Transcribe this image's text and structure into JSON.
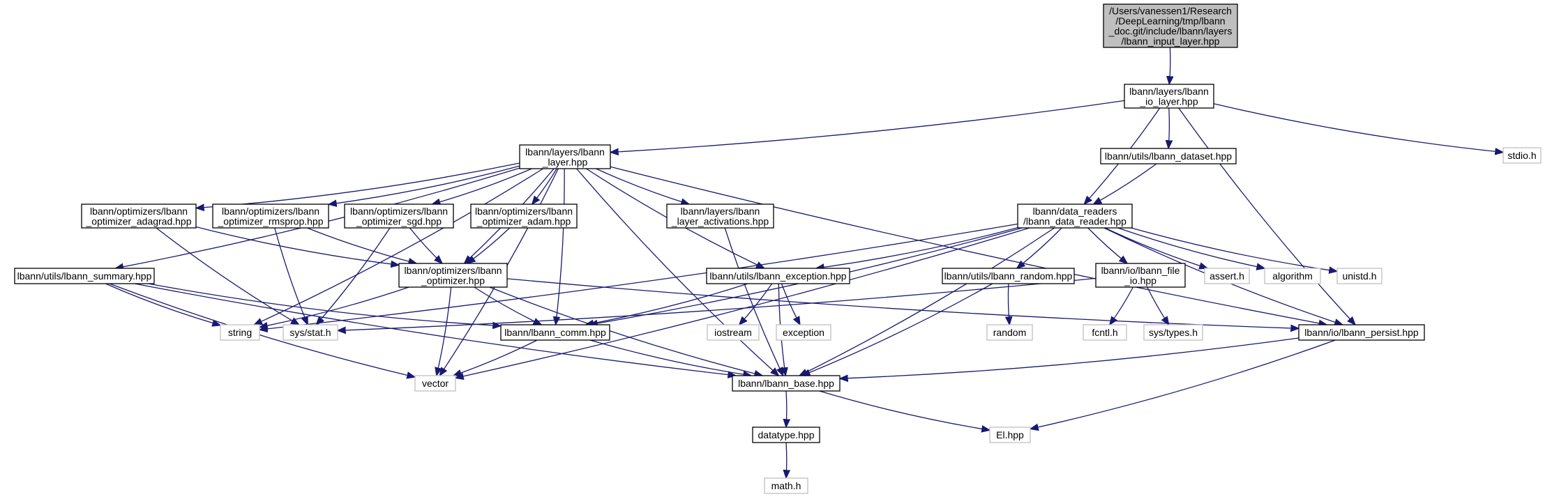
{
  "diagram": {
    "type": "include-dependency-graph",
    "nodes": [
      {
        "id": "root",
        "kind": "root",
        "lines": [
          "/Users/vanessen1/Research",
          "/DeepLearning/tmp/lbann",
          "_doc.git/include/lbann/layers",
          "/lbann_input_layer.hpp"
        ]
      },
      {
        "id": "io_layer",
        "kind": "file",
        "lines": [
          "lbann/layers/lbann",
          "_io_layer.hpp"
        ]
      },
      {
        "id": "stdio",
        "kind": "external",
        "lines": [
          "stdio.h"
        ]
      },
      {
        "id": "layer",
        "kind": "file",
        "lines": [
          "lbann/layers/lbann",
          "_layer.hpp"
        ]
      },
      {
        "id": "dataset",
        "kind": "file",
        "lines": [
          "lbann/utils/lbann_dataset.hpp"
        ]
      },
      {
        "id": "data_reader",
        "kind": "file",
        "lines": [
          "lbann/data_readers",
          "/lbann_data_reader.hpp"
        ]
      },
      {
        "id": "opt_adagrad",
        "kind": "file",
        "lines": [
          "lbann/optimizers/lbann",
          "_optimizer_adagrad.hpp"
        ]
      },
      {
        "id": "opt_rmsprop",
        "kind": "file",
        "lines": [
          "lbann/optimizers/lbann",
          "_optimizer_rmsprop.hpp"
        ]
      },
      {
        "id": "opt_sgd",
        "kind": "file",
        "lines": [
          "lbann/optimizers/lbann",
          "_optimizer_sgd.hpp"
        ]
      },
      {
        "id": "opt_adam",
        "kind": "file",
        "lines": [
          "lbann/optimizers/lbann",
          "_optimizer_adam.hpp"
        ]
      },
      {
        "id": "activations",
        "kind": "file",
        "lines": [
          "lbann/layers/lbann",
          "_layer_activations.hpp"
        ]
      },
      {
        "id": "summary",
        "kind": "file",
        "lines": [
          "lbann/utils/lbann_summary.hpp"
        ]
      },
      {
        "id": "optimizer",
        "kind": "file",
        "lines": [
          "lbann/optimizers/lbann",
          "_optimizer.hpp"
        ]
      },
      {
        "id": "exception",
        "kind": "file",
        "lines": [
          "lbann/utils/lbann_exception.hpp"
        ]
      },
      {
        "id": "random_hpp",
        "kind": "file",
        "lines": [
          "lbann/utils/lbann_random.hpp"
        ]
      },
      {
        "id": "file_io",
        "kind": "file",
        "lines": [
          "lbann/io/lbann_file",
          "_io.hpp"
        ]
      },
      {
        "id": "assert",
        "kind": "external",
        "lines": [
          "assert.h"
        ]
      },
      {
        "id": "algorithm",
        "kind": "external",
        "lines": [
          "algorithm"
        ]
      },
      {
        "id": "unistd",
        "kind": "external",
        "lines": [
          "unistd.h"
        ]
      },
      {
        "id": "string",
        "kind": "external",
        "lines": [
          "string"
        ]
      },
      {
        "id": "sysstat",
        "kind": "external",
        "lines": [
          "sys/stat.h"
        ]
      },
      {
        "id": "comm",
        "kind": "file",
        "lines": [
          "lbann/lbann_comm.hpp"
        ]
      },
      {
        "id": "iostream",
        "kind": "external",
        "lines": [
          "iostream"
        ]
      },
      {
        "id": "exception_std",
        "kind": "external",
        "lines": [
          "exception"
        ]
      },
      {
        "id": "random",
        "kind": "external",
        "lines": [
          "random"
        ]
      },
      {
        "id": "fcntl",
        "kind": "external",
        "lines": [
          "fcntl.h"
        ]
      },
      {
        "id": "systypes",
        "kind": "external",
        "lines": [
          "sys/types.h"
        ]
      },
      {
        "id": "persist",
        "kind": "file",
        "lines": [
          "lbann/io/lbann_persist.hpp"
        ]
      },
      {
        "id": "vector",
        "kind": "external",
        "lines": [
          "vector"
        ]
      },
      {
        "id": "base",
        "kind": "file",
        "lines": [
          "lbann/lbann_base.hpp"
        ]
      },
      {
        "id": "datatype",
        "kind": "file",
        "lines": [
          "datatype.hpp"
        ]
      },
      {
        "id": "el",
        "kind": "external",
        "lines": [
          "El.hpp"
        ]
      },
      {
        "id": "math",
        "kind": "external",
        "lines": [
          "math.h"
        ]
      }
    ],
    "edges": [
      [
        "root",
        "io_layer"
      ],
      [
        "io_layer",
        "layer"
      ],
      [
        "io_layer",
        "dataset"
      ],
      [
        "io_layer",
        "data_reader"
      ],
      [
        "io_layer",
        "persist"
      ],
      [
        "io_layer",
        "stdio"
      ],
      [
        "dataset",
        "data_reader"
      ],
      [
        "layer",
        "opt_adagrad"
      ],
      [
        "layer",
        "opt_rmsprop"
      ],
      [
        "layer",
        "opt_sgd"
      ],
      [
        "layer",
        "opt_adam"
      ],
      [
        "layer",
        "activations"
      ],
      [
        "layer",
        "summary"
      ],
      [
        "layer",
        "optimizer"
      ],
      [
        "layer",
        "exception"
      ],
      [
        "layer",
        "comm"
      ],
      [
        "layer",
        "base"
      ],
      [
        "layer",
        "string"
      ],
      [
        "layer",
        "vector"
      ],
      [
        "layer",
        "persist"
      ],
      [
        "opt_adagrad",
        "optimizer"
      ],
      [
        "opt_adagrad",
        "sysstat"
      ],
      [
        "opt_rmsprop",
        "optimizer"
      ],
      [
        "opt_rmsprop",
        "sysstat"
      ],
      [
        "opt_sgd",
        "optimizer"
      ],
      [
        "opt_sgd",
        "sysstat"
      ],
      [
        "opt_adam",
        "optimizer"
      ],
      [
        "activations",
        "base"
      ],
      [
        "summary",
        "string"
      ],
      [
        "summary",
        "comm"
      ],
      [
        "summary",
        "base"
      ],
      [
        "summary",
        "vector"
      ],
      [
        "optimizer",
        "comm"
      ],
      [
        "optimizer",
        "base"
      ],
      [
        "optimizer",
        "string"
      ],
      [
        "optimizer",
        "vector"
      ],
      [
        "optimizer",
        "persist"
      ],
      [
        "data_reader",
        "exception"
      ],
      [
        "data_reader",
        "random_hpp"
      ],
      [
        "data_reader",
        "file_io"
      ],
      [
        "data_reader",
        "assert"
      ],
      [
        "data_reader",
        "algorithm"
      ],
      [
        "data_reader",
        "unistd"
      ],
      [
        "data_reader",
        "persist"
      ],
      [
        "data_reader",
        "comm"
      ],
      [
        "data_reader",
        "base"
      ],
      [
        "data_reader",
        "string"
      ],
      [
        "data_reader",
        "vector"
      ],
      [
        "exception",
        "iostream"
      ],
      [
        "exception",
        "exception_std"
      ],
      [
        "exception",
        "comm"
      ],
      [
        "exception",
        "base"
      ],
      [
        "random_hpp",
        "random"
      ],
      [
        "random_hpp",
        "base"
      ],
      [
        "file_io",
        "fcntl"
      ],
      [
        "file_io",
        "systypes"
      ],
      [
        "file_io",
        "sysstat"
      ],
      [
        "comm",
        "base"
      ],
      [
        "comm",
        "vector"
      ],
      [
        "persist",
        "base"
      ],
      [
        "persist",
        "el"
      ],
      [
        "base",
        "datatype"
      ],
      [
        "base",
        "el"
      ],
      [
        "datatype",
        "math"
      ]
    ]
  }
}
